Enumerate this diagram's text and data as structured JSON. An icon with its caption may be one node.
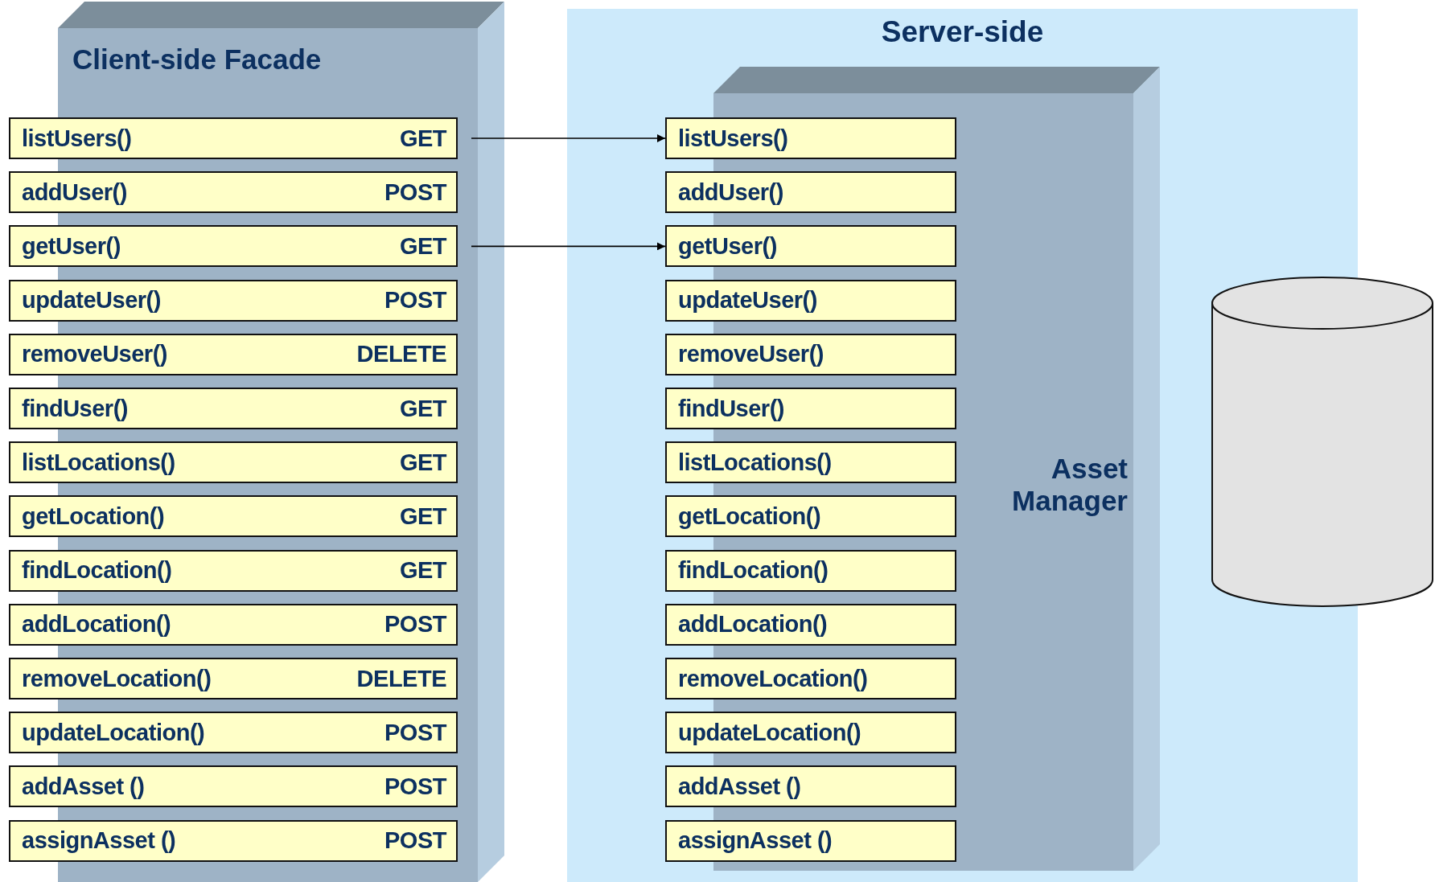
{
  "diagram": {
    "nodes": [
      {
        "text": [
          "Client-side Facade"
        ]
      },
      {
        "text": [
          "listUsers()",
          "GET"
        ]
      },
      {
        "text": [
          "addUser()",
          "POST"
        ]
      },
      {
        "text": [
          "getUser()",
          "GET"
        ]
      },
      {
        "text": [
          "updateUser()",
          "POST"
        ]
      },
      {
        "text": [
          "removeUser()",
          "DELETE"
        ]
      },
      {
        "text": [
          "findUser()",
          "GET"
        ]
      },
      {
        "text": [
          "listLocations()",
          "GET"
        ]
      },
      {
        "text": [
          "getLocation()",
          "GET"
        ]
      },
      {
        "text": [
          "findLocation()",
          "GET"
        ]
      },
      {
        "text": [
          "addLocation()",
          "POST"
        ]
      },
      {
        "text": [
          "removeLocation()",
          "DELETE"
        ]
      },
      {
        "text": [
          "updateLocation()",
          "POST"
        ]
      },
      {
        "text": [
          "addAsset ()",
          "POST"
        ]
      },
      {
        "text": [
          "assignAsset ()",
          "POST"
        ]
      },
      {
        "text": [
          "Server-side"
        ]
      },
      {
        "text": [
          "Asset Manager"
        ],
        "in": 15
      },
      {
        "text": [
          "listUsers()"
        ],
        "in": 15
      },
      {
        "text": [
          "addUser()"
        ],
        "in": 15
      },
      {
        "text": [
          "getUser()"
        ],
        "in": 15
      },
      {
        "text": [
          "updateUser()"
        ],
        "in": 15
      },
      {
        "text": [
          "removeUser()"
        ],
        "in": 15
      },
      {
        "text": [
          "findUser()"
        ],
        "in": 15
      },
      {
        "text": [
          "listLocations()"
        ],
        "in": 15
      },
      {
        "text": [
          "getLocation()"
        ],
        "in": 15
      },
      {
        "text": [
          "findLocation()"
        ],
        "in": 15
      },
      {
        "text": [
          "addLocation()"
        ],
        "in": 15
      },
      {
        "text": [
          "removeLocation()"
        ],
        "in": 15
      },
      {
        "text": [
          "updateLocation()"
        ],
        "in": 15
      },
      {
        "text": [
          "addAsset ()"
        ],
        "in": 15
      },
      {
        "text": [
          "assignAsset ()"
        ],
        "in": 15
      },
      {
        "text": [],
        "shape": "cylinder"
      }
    ],
    "edges": [
      {
        "from": 1,
        "to": 17,
        "arrow": "to"
      },
      {
        "from": 3,
        "to": 19,
        "arrow": "to"
      }
    ]
  }
}
